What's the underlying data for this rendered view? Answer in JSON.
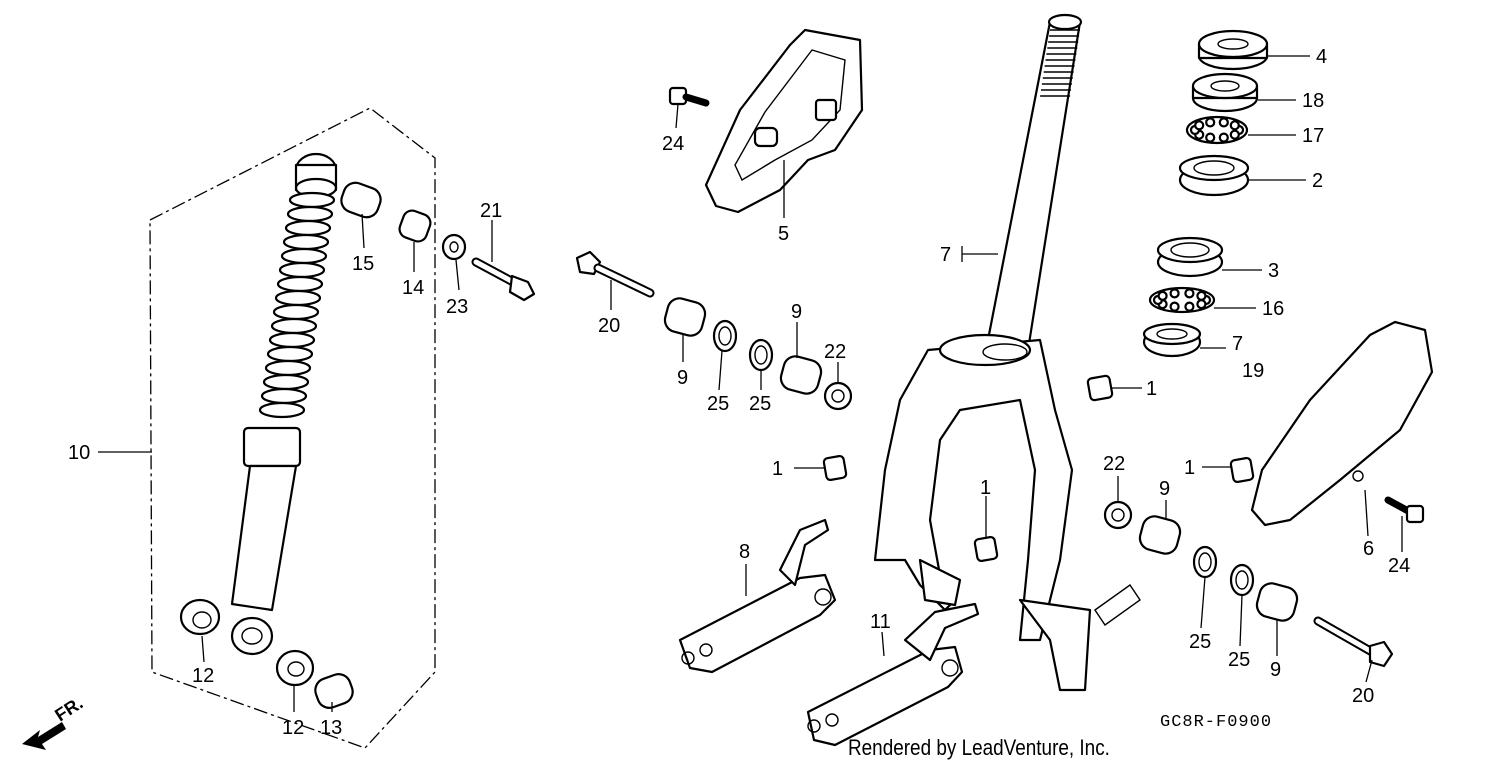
{
  "diagram": {
    "drawing_code": "GC8R-F0900",
    "credit": "Rendered by LeadVenture, Inc.",
    "direction_label": "FR.",
    "callouts": [
      {
        "id": "c10",
        "label": "10"
      },
      {
        "id": "c15",
        "label": "15"
      },
      {
        "id": "c14",
        "label": "14"
      },
      {
        "id": "c23",
        "label": "23"
      },
      {
        "id": "c21",
        "label": "21"
      },
      {
        "id": "c12a",
        "label": "12"
      },
      {
        "id": "c12b",
        "label": "12"
      },
      {
        "id": "c13",
        "label": "13"
      },
      {
        "id": "c24a",
        "label": "24"
      },
      {
        "id": "c5",
        "label": "5"
      },
      {
        "id": "c20a",
        "label": "20"
      },
      {
        "id": "c9a",
        "label": "9"
      },
      {
        "id": "c25a",
        "label": "25"
      },
      {
        "id": "c25b",
        "label": "25"
      },
      {
        "id": "c9b",
        "label": "9"
      },
      {
        "id": "c22a",
        "label": "22"
      },
      {
        "id": "c7a",
        "label": "7"
      },
      {
        "id": "c4",
        "label": "4"
      },
      {
        "id": "c18",
        "label": "18"
      },
      {
        "id": "c17",
        "label": "17"
      },
      {
        "id": "c2",
        "label": "2"
      },
      {
        "id": "c3",
        "label": "3"
      },
      {
        "id": "c16",
        "label": "16"
      },
      {
        "id": "c7b",
        "label": "7"
      },
      {
        "id": "c19",
        "label": "19"
      },
      {
        "id": "c1a",
        "label": "1"
      },
      {
        "id": "c1b",
        "label": "1"
      },
      {
        "id": "c1c",
        "label": "1"
      },
      {
        "id": "c1d",
        "label": "1"
      },
      {
        "id": "c22b",
        "label": "22"
      },
      {
        "id": "c9c",
        "label": "9"
      },
      {
        "id": "c6",
        "label": "6"
      },
      {
        "id": "c24b",
        "label": "24"
      },
      {
        "id": "c8",
        "label": "8"
      },
      {
        "id": "c11",
        "label": "11"
      },
      {
        "id": "c25c",
        "label": "25"
      },
      {
        "id": "c25d",
        "label": "25"
      },
      {
        "id": "c9d",
        "label": "9"
      },
      {
        "id": "c20b",
        "label": "20"
      }
    ]
  }
}
